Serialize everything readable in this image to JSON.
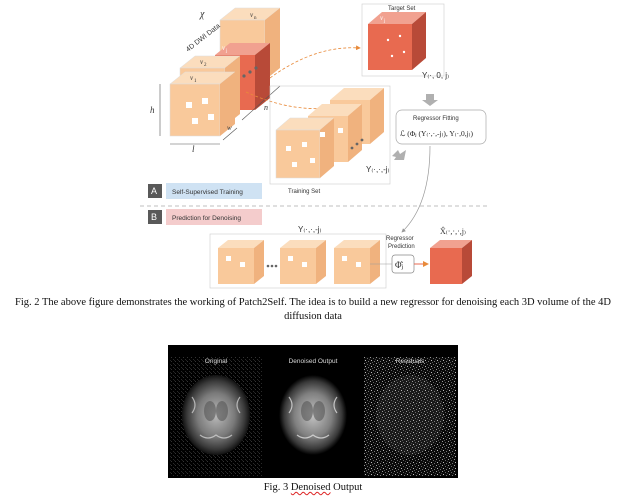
{
  "figure2": {
    "left_cube_label": "χ",
    "left_cube_title": "4D DWI Data",
    "v_back": "v",
    "v_back_sub": "n",
    "v_mid": "v",
    "v_mid_sub": "j",
    "v_front2": "v",
    "v_front2_sub": "2",
    "v_front1": "v",
    "v_front1_sub": "1",
    "dim_h": "h",
    "dim_l": "l",
    "dim_w": "w",
    "dim_n": "n",
    "target_set": "Target Set",
    "target_v": "v",
    "target_v_sub": "j",
    "y_target": "Y₍·, 0, j₎",
    "regressor_fitting": "Regressor Fitting",
    "loss": "ℒ (Φⱼ (Y₍·,·,-j₎), Y₍·,0,j₎)",
    "training_set": "Training Set",
    "y_train": "Y₍·,·,-j₎",
    "step_a_letter": "A",
    "step_a_label": "Self-Supervised Training",
    "step_b_letter": "B",
    "step_b_label": "Prediction for Denoising",
    "y_pred": "Y₍·,·,-j₎",
    "regressor_prediction_1": "Regressor",
    "regressor_prediction_2": "Prediction",
    "phi_hat": "Φ̂ⱼ",
    "x_hat": "X̂₍·,·,·,j₎"
  },
  "caption2": "Fig. 2 The above figure demonstrates the working of Patch2Self. The idea is to build a new regressor for denoising each 3D volume of the 4D diffusion data",
  "figure3": {
    "panels": [
      "Original",
      "Denoised Output",
      "Residuals"
    ]
  },
  "caption3_prefix": "Fig. 3 ",
  "caption3_word1": "Denoised",
  "caption3_word2": " Output",
  "colors": {
    "cube_face": "#f9c99b",
    "cube_side": "#f0b27e",
    "cube_top": "#fbddbd",
    "target_face": "#e86a50",
    "target_side": "#b84a38",
    "step_a_bg": "#cfe2f3",
    "step_b_bg": "#f4cccc",
    "step_letter_bg": "#595959"
  }
}
